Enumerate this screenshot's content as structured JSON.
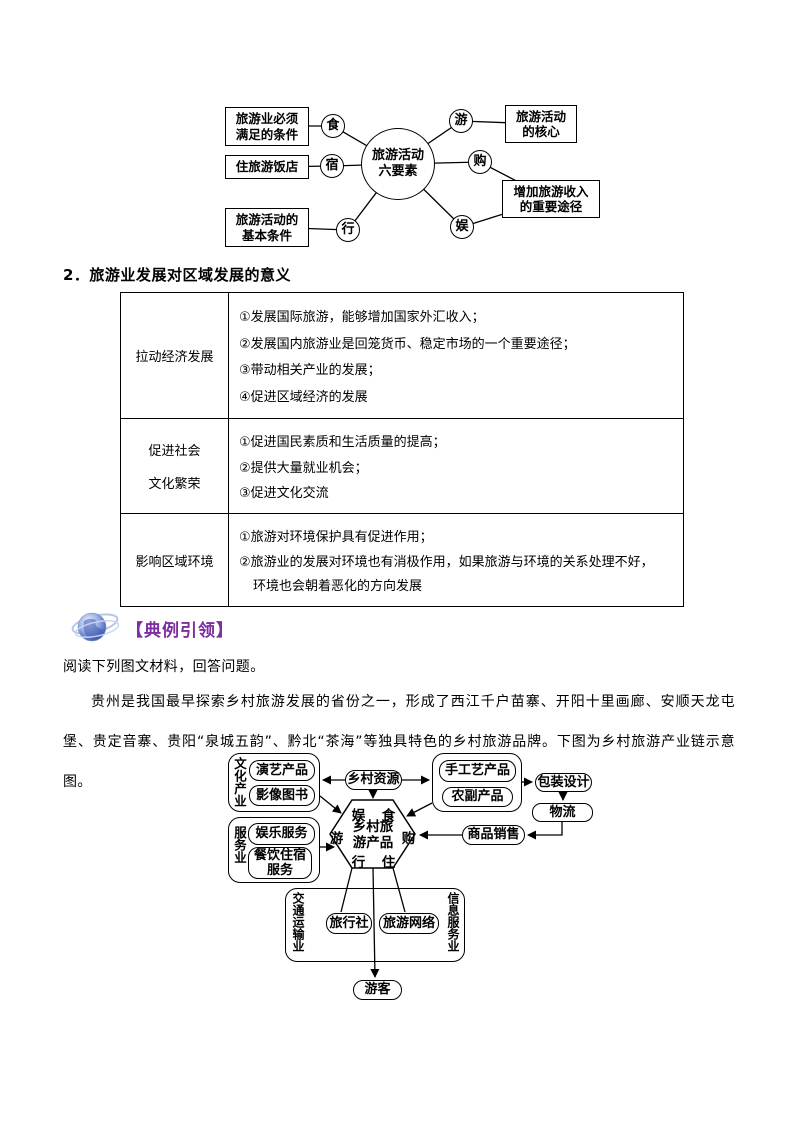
{
  "six_elements_diagram": {
    "center_line1": "旅游活动",
    "center_line2": "六要素",
    "elements": {
      "food": "食",
      "lodging": "宿",
      "travel": "行",
      "tour": "游",
      "shopping": "购",
      "entertainment": "娱"
    },
    "boxes": {
      "condition_line1": "旅游业必须",
      "condition_line2": "满足的条件",
      "hotel": "住旅游饭店",
      "basic_line1": "旅游活动的",
      "basic_line2": "基本条件",
      "core_line1": "旅游活动",
      "core_line2": "的核心",
      "income_line1": "增加旅游收入",
      "income_line2": "的重要途径"
    }
  },
  "section2": {
    "heading": "2．旅游业发展对区域发展的意义"
  },
  "table": {
    "rows": [
      {
        "label": "拉动经济发展",
        "items": [
          "①发展国际旅游，能够增加国家外汇收入；",
          "②发展国内旅游业是回笼货币、稳定市场的一个重要途径；",
          "③带动相关产业的发展；",
          "④促进区域经济的发展"
        ]
      },
      {
        "label_line1": "促进社会",
        "label_line2": "文化繁荣",
        "items": [
          "①促进国民素质和生活质量的提高；",
          "②提供大量就业机会；",
          "③促进文化交流"
        ]
      },
      {
        "label": "影响区域环境",
        "items": [
          "①旅游对环境保护具有促进作用；",
          "②旅游业的发展对环境也有消极作用，如果旅游与环境的关系处理不好，",
          "环境也会朝着恶化的方向发展"
        ]
      }
    ]
  },
  "exemplar": {
    "title": "【典例引领】",
    "title_color": "#7b2fa0"
  },
  "intro": {
    "p1": "阅读下列图文材料，回答问题。",
    "p2": "贵州是我国最早探索乡村旅游发展的省份之一，形成了西江千户苗寨、开阳十里画廊、安顺天龙屯堡、贵定音寨、贵阳“泉城五韵”、黔北“茶海”等独具特色的乡村旅游品牌。下图为乡村旅游产业链示意图。"
  },
  "rural_diagram": {
    "resource": "乡村资源",
    "culture_group": {
      "label": "文化产业",
      "items": [
        "演艺产品",
        "影像图书"
      ]
    },
    "crafts_group": {
      "items": [
        "手工艺产品",
        "农副产品"
      ]
    },
    "service_group": {
      "label": "服务业",
      "items": [
        "娱乐服务",
        "餐饮住宿服务"
      ]
    },
    "packaging": "包装设计",
    "logistics": "物流",
    "sales": "商品销售",
    "hexagon": {
      "corners": [
        "娱",
        "食",
        "游",
        "购",
        "行",
        "住"
      ],
      "center_line1": "乡村旅",
      "center_line2": "游产品"
    },
    "transport_group": {
      "label_left": "交通运输业",
      "label_right": "信息服务业",
      "items": [
        "旅行社",
        "旅游网络"
      ]
    },
    "tourist": "游客"
  }
}
